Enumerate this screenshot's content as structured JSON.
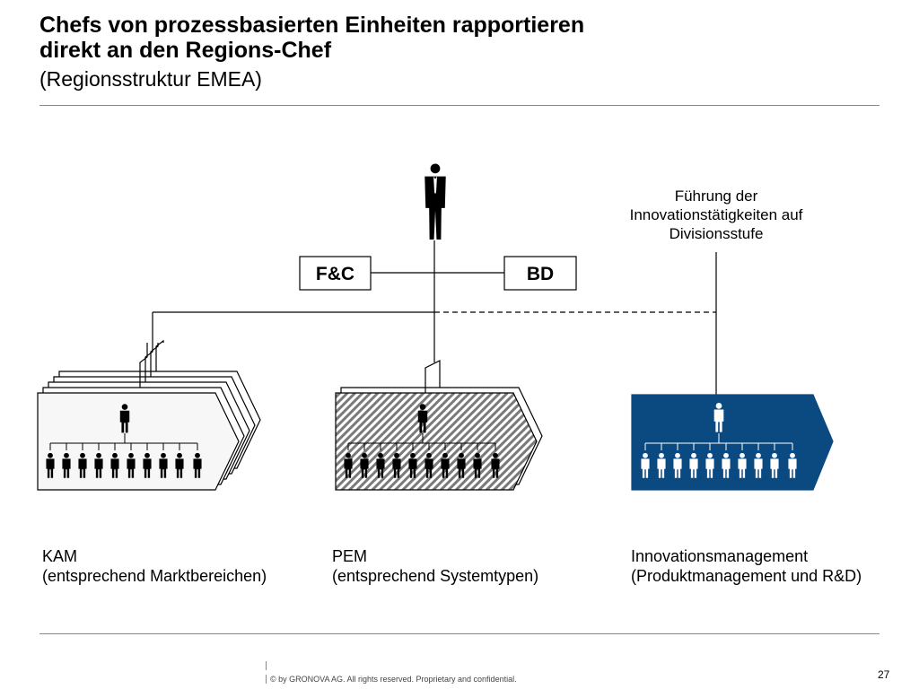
{
  "slide": {
    "title_line1": "Chefs von prozessbasierten Einheiten rapportieren",
    "title_line2": "direkt an den Regions-Chef",
    "subtitle": "(Regionsstruktur EMEA)",
    "footer": "© by GRONOVA AG. All rights reserved. Proprietary and confidential.",
    "page_number": "27"
  },
  "diagram": {
    "staff_left": "F&C",
    "staff_right": "BD",
    "right_label_line1": "Führung der",
    "right_label_line2": "Innovationstätigkeiten auf",
    "right_label_line3": "Divisionsstufe",
    "units": [
      {
        "name": "KAM",
        "detail": "(entsprechend Marktbereichen)"
      },
      {
        "name": "PEM",
        "detail": "(entsprechend Systemtypen)"
      },
      {
        "name": "Innovationsmanagement",
        "detail": "(Produktmanagement und R&D)"
      }
    ],
    "colors": {
      "innovation_fill": "#0a4a80",
      "line": "#000000",
      "rule": "#888888"
    }
  }
}
